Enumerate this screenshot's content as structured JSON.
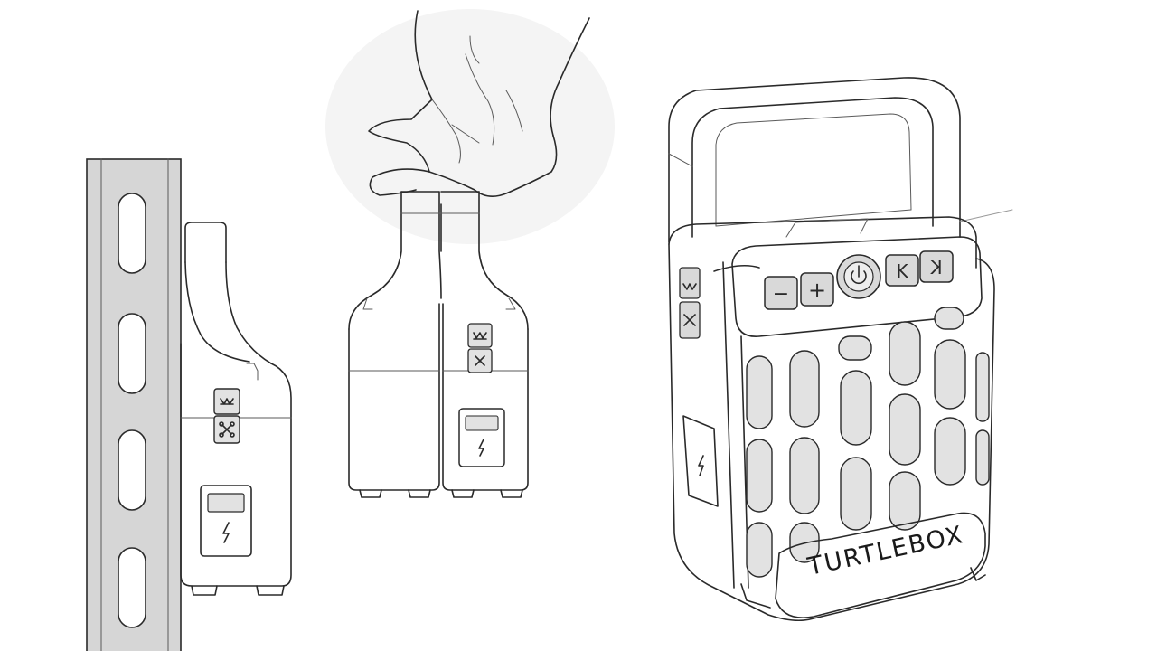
{
  "brand": {
    "wordmark": "TURTLEBOX"
  },
  "colors": {
    "line": "#2a2a2a",
    "rack": "#d6d6d6",
    "shade": "#e2e2e2",
    "paper": "#ffffff"
  },
  "controls": {
    "volume_down": "−",
    "volume_up": "+",
    "previous_track": "K",
    "next_track": "K"
  },
  "icons": [
    "bluetooth-icon",
    "pair-icon",
    "power-icon",
    "charge-bolt-icon",
    "volume-down-icon",
    "volume-up-icon",
    "previous-track-icon",
    "next-track-icon"
  ]
}
